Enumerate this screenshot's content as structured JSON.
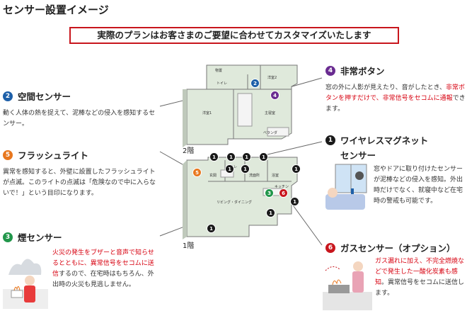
{
  "page": {
    "title": "センサー設置イメージ",
    "banner": "実際のプランはお客さまのご要望に合わせてカスタマイズいたします"
  },
  "colors": {
    "accent_red": "#c8161d",
    "sensor_blue": "#1d5fa8",
    "sensor_orange": "#e8771e",
    "sensor_green": "#21964a",
    "sensor_purple": "#6a2c91",
    "sensor_black": "#1a1a1a",
    "sensor_red": "#c8161d",
    "floor_green": "#dfe9db"
  },
  "sensors": {
    "s2": {
      "num": "2",
      "name": "空間センサー",
      "desc_1": "動く人体の熱を捉えて、泥棒などの侵入を感知するセンサー。"
    },
    "s5": {
      "num": "5",
      "name": "フラッシュライト",
      "desc_1": "異常を感知すると、外壁に設置したフラッシュライトが点滅。このライトの点滅は「危険なので中に入らないで！」という目印になります。"
    },
    "s3": {
      "num": "3",
      "name": "煙センサー",
      "desc_red": "火災の発生をブザーと音声で知らせるとともに、異常信号をセコムに送信",
      "desc_2": "するので、在宅時はもちろん、外出時の火災も見逃しません。"
    },
    "s4": {
      "num": "4",
      "name": "非常ボタン",
      "desc_1": "窓の外に人影が見えたり、音がしたとき、",
      "desc_red": "非常ボタンを押すだけで、非常信号をセコムに通報",
      "desc_2": "できます。"
    },
    "s1": {
      "num": "1",
      "name_1": "ワイヤレスマグネット",
      "name_2": "センサー",
      "desc_1": "窓やドアに取り付けたセンサーが泥棒などの侵入を感知。外出時だけでなく、就寝中など在宅時の警戒も可能です。"
    },
    "s6": {
      "num": "6",
      "name": "ガスセンサー（オプション）",
      "desc_red": "ガス漏れに加え、不完全燃焼などで発生した一酸化炭素も感知",
      "desc_2": "。異常信号をセコムに送信します。"
    }
  },
  "floorplan": {
    "floor2_label": "2階",
    "floor1_label": "1階",
    "rooms_2f": [
      "物置",
      "洋室2",
      "トイレ",
      "洋室1",
      "主寝室",
      "ベランダ"
    ],
    "rooms_1f": [
      "トイレ",
      "玄関",
      "洗面所",
      "浴室",
      "キッチン",
      "リビング・ダイニング"
    ]
  }
}
